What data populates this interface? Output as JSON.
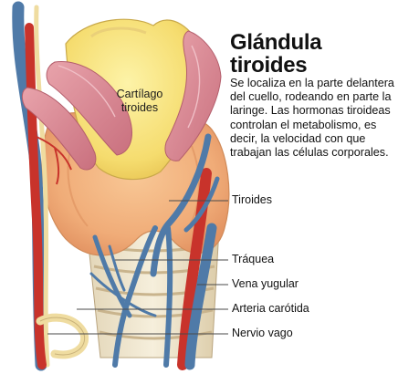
{
  "header": {
    "title_line1": "Glándula",
    "title_line2": "tiroides",
    "description": "Se localiza en la parte delantera del cuello, rodeando en parte la laringe. Las hormonas tiroideas controlan el metabolismo, es decir, la velocidad con que trabajan las células corporales."
  },
  "illustration": {
    "cartilage_label_line1": "Cartílago",
    "cartilage_label_line2": "tiroides"
  },
  "callouts": [
    {
      "label": "Tiroides"
    },
    {
      "label": "Tráquea"
    },
    {
      "label": "Vena yugular"
    },
    {
      "label": "Arteria carótida"
    },
    {
      "label": "Nervio vago"
    }
  ],
  "colors": {
    "artery": "#c8332b",
    "vein": "#4f7aa8",
    "nerve": "#efdca0",
    "muscle": "#d7828e",
    "cartilage": "#f7e27a",
    "thyroid": "#f2b27f"
  }
}
